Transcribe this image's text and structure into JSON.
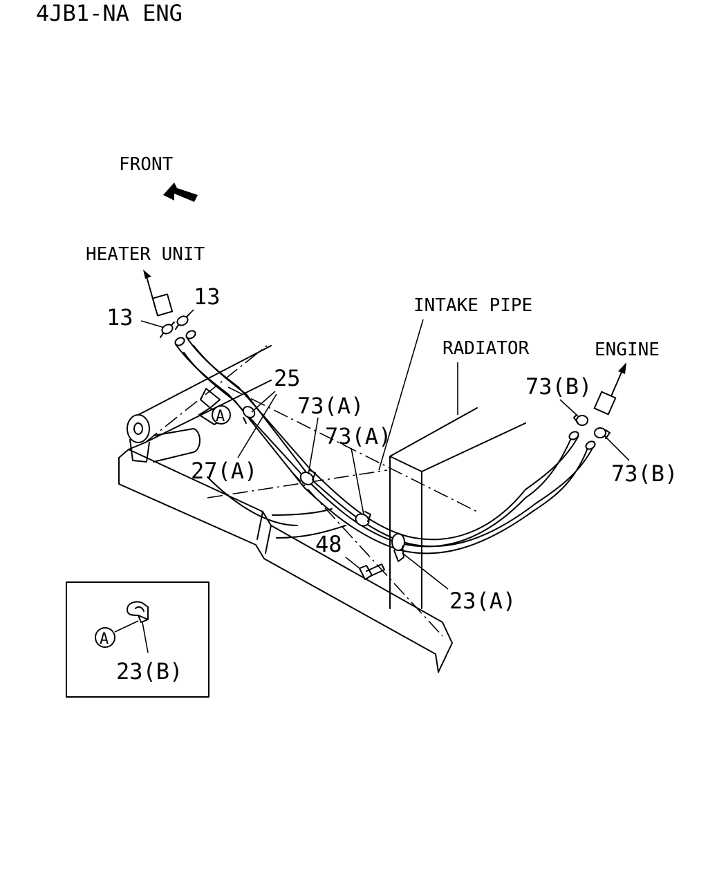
{
  "title": "4JB1-NA ENG",
  "labels": {
    "front": "FRONT",
    "heater_unit": "HEATER UNIT",
    "intake_pipe": "INTAKE PIPE",
    "radiator": "RADIATOR",
    "engine": "ENGINE",
    "part_13_left": "13",
    "part_13_right": "13",
    "part_25": "25",
    "part_27a": "27(A)",
    "part_73a_1": "73(A)",
    "part_73a_2": "73(A)",
    "part_73b_1": "73(B)",
    "part_73b_2": "73(B)",
    "part_48": "48",
    "part_23a": "23(A)",
    "part_23b": "23(B)",
    "ref_a_main": "A",
    "ref_a_inset": "A"
  }
}
